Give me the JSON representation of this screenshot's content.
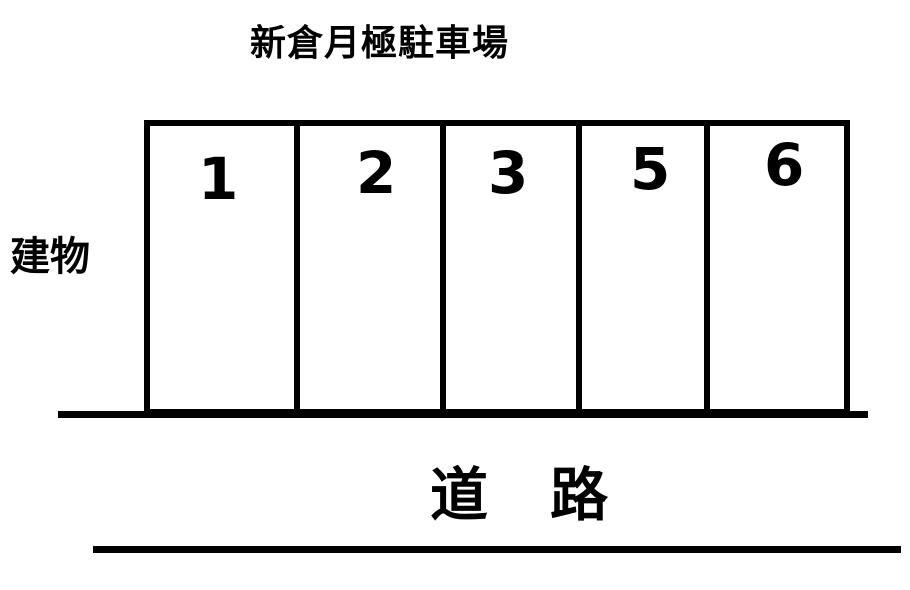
{
  "title": "新倉月極駐車場",
  "building_label": "建物",
  "road_label": "道路",
  "spaces": [
    {
      "number": "1"
    },
    {
      "number": "2"
    },
    {
      "number": "3"
    },
    {
      "number": "5"
    },
    {
      "number": "6"
    }
  ]
}
